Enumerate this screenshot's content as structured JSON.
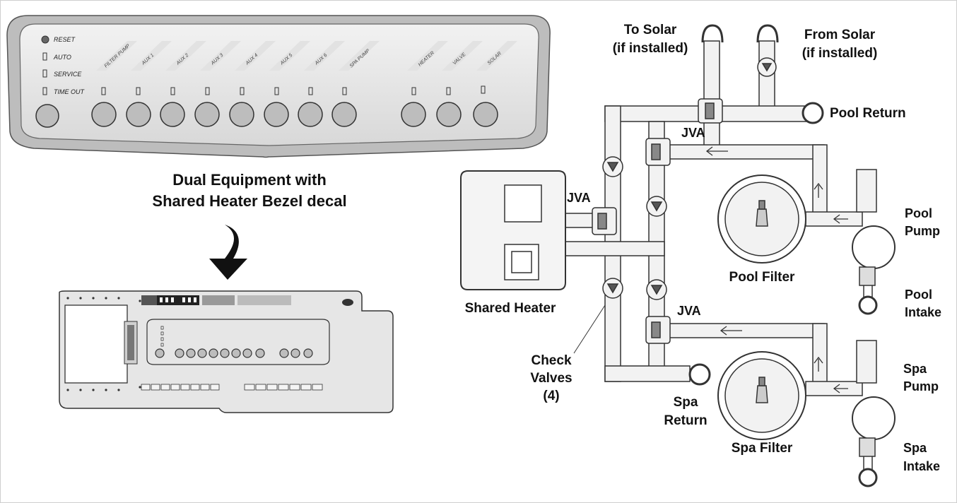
{
  "title": {
    "line1": "Dual Equipment with",
    "line2": "Shared Heater Bezel decal"
  },
  "bezel": {
    "status_labels": [
      "RESET",
      "AUTO",
      "SERVICE",
      "TIME OUT"
    ],
    "button_labels": [
      "FILTER PUMP",
      "AUX 1",
      "AUX 2",
      "AUX 3",
      "AUX 4",
      "AUX 5",
      "AUX 6",
      "SPA PUMP",
      "HEATER",
      "VALVE",
      "SOLAR"
    ]
  },
  "plumbing": {
    "to_solar": [
      "To Solar",
      "(if installed)"
    ],
    "from_solar": [
      "From Solar",
      "(if installed)"
    ],
    "pool_return": "Pool Return",
    "jva_top": "JVA",
    "jva_heater": "JVA",
    "jva_bottom": "JVA",
    "pool_pump": [
      "Pool",
      "Pump"
    ],
    "pool_filter": "Pool Filter",
    "pool_intake": [
      "Pool",
      "Intake"
    ],
    "shared_heater": "Shared Heater",
    "check_valves": [
      "Check",
      "Valves",
      "(4)"
    ],
    "spa_pump": [
      "Spa",
      "Pump"
    ],
    "spa_return": [
      "Spa",
      "Return"
    ],
    "spa_filter": "Spa Filter",
    "spa_intake": [
      "Spa",
      "Intake"
    ]
  }
}
